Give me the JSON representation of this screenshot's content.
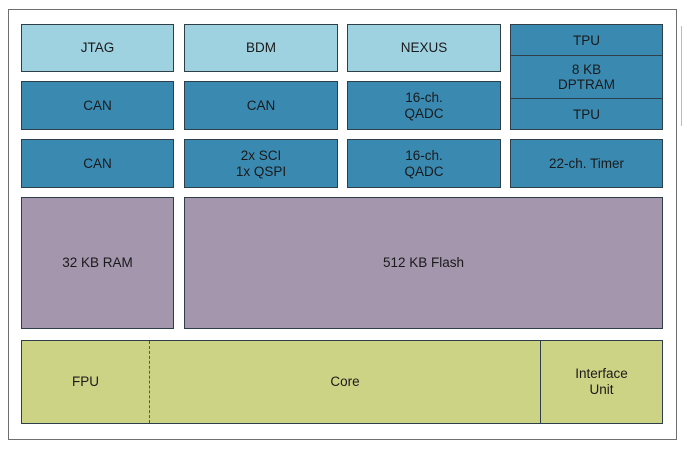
{
  "diagram": {
    "row1": {
      "jtag": "JTAG",
      "bdm": "BDM",
      "nexus": "NEXUS"
    },
    "tpu_group": {
      "top": "TPU",
      "ram": "8 KB\nDPTRAM",
      "bottom": "TPU"
    },
    "row2": {
      "can_a": "CAN",
      "can_b": "CAN",
      "qadc_a": "16-ch.\nQADC"
    },
    "row3": {
      "can_c": "CAN",
      "sci_qspi": "2x SCI\n1x QSPI",
      "qadc_b": "16-ch.\nQADC",
      "timer": "22-ch. Timer"
    },
    "memory": {
      "ram": "32 KB RAM",
      "flash": "512 KB Flash"
    },
    "cpu": {
      "fpu": "FPU",
      "core": "Core",
      "interface": "Interface\nUnit"
    },
    "colors": {
      "debug_blocks": "#9fd2e1",
      "peripheral_blocks": "#3a89b1",
      "memory_blocks": "#a396ad",
      "cpu_block": "#cdd384"
    }
  }
}
